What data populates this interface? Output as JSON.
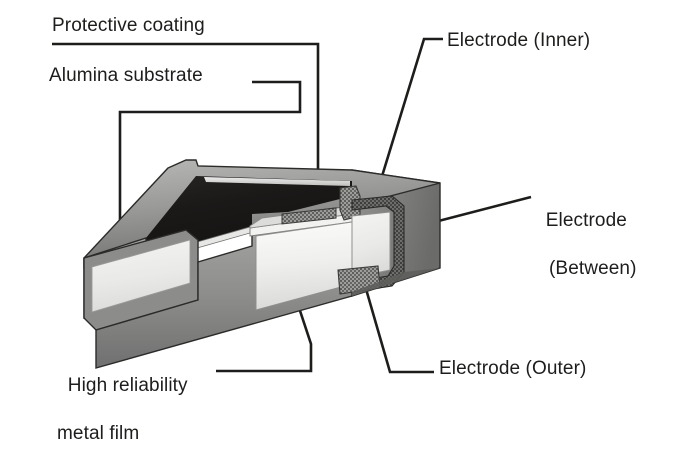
{
  "figure": {
    "title": "Chip resistor cutaway construction diagram",
    "background_color": "#ffffff",
    "line_color": "#1d1d1b",
    "labels": [
      {
        "id": "protective_coating",
        "text": "Protective coating"
      },
      {
        "id": "alumina_substrate",
        "text": "Alumina substrate"
      },
      {
        "id": "electrode_inner",
        "text": "Electrode (Inner)"
      },
      {
        "id": "electrode_between_line1",
        "text": "Electrode"
      },
      {
        "id": "electrode_between_line2",
        "text": "(Between)"
      },
      {
        "id": "metal_film_line1",
        "text": "High reliability"
      },
      {
        "id": "metal_film_line2",
        "text": "metal film"
      },
      {
        "id": "electrode_outer",
        "text": "Electrode (Outer)"
      }
    ],
    "parts": {
      "protective_coating": {
        "name": "Protective coating",
        "color": "#1b1918"
      },
      "alumina_substrate": {
        "name": "Alumina substrate",
        "color": "#8e8e8e"
      },
      "metal_film": {
        "name": "High reliability metal film",
        "color": "#ededeb"
      },
      "electrode_inner": {
        "name": "Electrode (Inner)",
        "color": "#b5b5b3"
      },
      "electrode_between": {
        "name": "Electrode (Between)",
        "color": "#6f6f6d"
      },
      "electrode_outer": {
        "name": "Electrode (Outer)",
        "color": "#d9d9d7"
      }
    }
  }
}
